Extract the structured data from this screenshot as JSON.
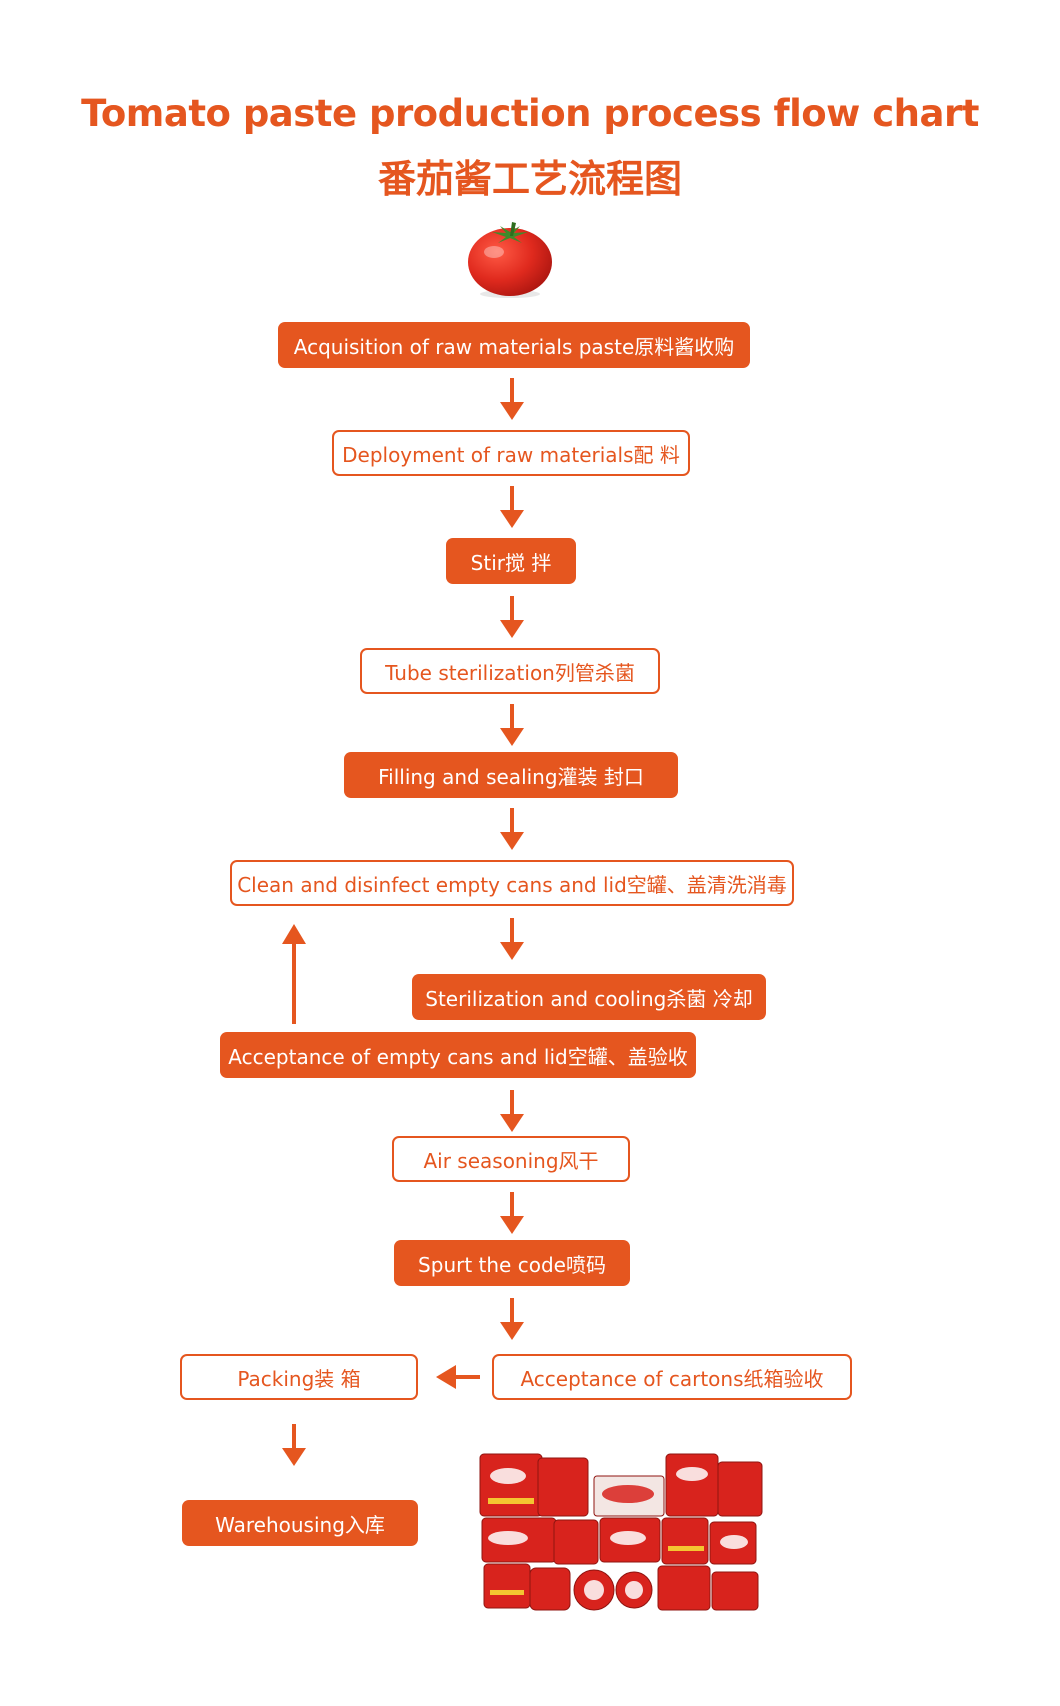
{
  "title": {
    "en": "Tomato paste production process flow chart",
    "cn": "番茄酱工艺流程图"
  },
  "colors": {
    "accent": "#e5561f",
    "background": "#ffffff",
    "tomato": "#d8231d"
  },
  "steps": [
    {
      "id": "acquisition",
      "label": "Acquisition of raw materials paste原料酱收购",
      "style": "filled"
    },
    {
      "id": "deployment",
      "label": "Deployment of raw materials配 料",
      "style": "outline"
    },
    {
      "id": "stir",
      "label": "Stir搅 拌",
      "style": "filled"
    },
    {
      "id": "tube-sterilization",
      "label": "Tube sterilization列管杀菌",
      "style": "outline"
    },
    {
      "id": "filling-sealing",
      "label": "Filling and sealing灌装 封口",
      "style": "filled"
    },
    {
      "id": "clean-disinfect",
      "label": "Clean and disinfect empty cans and lid空罐、盖清洗消毒",
      "style": "outline"
    },
    {
      "id": "sterilization-cooling",
      "label": "Sterilization and cooling杀菌 冷却",
      "style": "filled"
    },
    {
      "id": "acceptance-cans",
      "label": "Acceptance of empty cans and lid空罐、盖验收",
      "style": "filled"
    },
    {
      "id": "air-seasoning",
      "label": "Air seasoning风干",
      "style": "outline"
    },
    {
      "id": "spurt-code",
      "label": "Spurt the code喷码",
      "style": "filled"
    },
    {
      "id": "packing",
      "label": "Packing装 箱",
      "style": "outline"
    },
    {
      "id": "acceptance-cartons",
      "label": "Acceptance of cartons纸箱验收",
      "style": "outline"
    },
    {
      "id": "warehousing",
      "label": "Warehousing入库",
      "style": "filled"
    }
  ],
  "images": {
    "tomato": "tomato-icon",
    "products": "product-cans-image"
  }
}
